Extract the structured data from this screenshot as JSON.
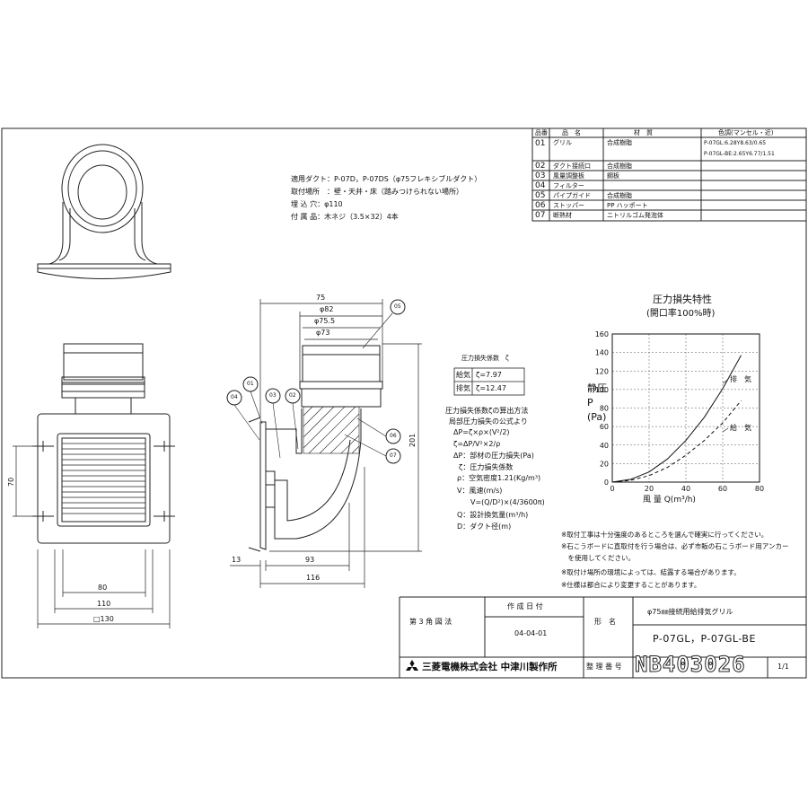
{
  "parts_table": {
    "headers": {
      "no": "品番",
      "name": "品　名",
      "material": "材　質",
      "color": "色調(マンセル・近)"
    },
    "rows": [
      {
        "no": "01",
        "name": "グリル",
        "material": "合成樹脂",
        "color1": "P-07GL:6.28Y8.63/0.65",
        "color2": "P-07GL-BE:2.65Y6.77/1.51"
      },
      {
        "no": "02",
        "name": "ダクト接続口",
        "material": "合成樹脂",
        "color1": "",
        "color2": ""
      },
      {
        "no": "03",
        "name": "風量調整板",
        "material": "鋼板",
        "color1": "",
        "color2": ""
      },
      {
        "no": "04",
        "name": "フィルター",
        "material": "",
        "color1": "",
        "color2": ""
      },
      {
        "no": "05",
        "name": "パイプガイド",
        "material": "合成樹脂",
        "color1": "",
        "color2": ""
      },
      {
        "no": "06",
        "name": "ストッパー",
        "material": "PP ハッポート",
        "color1": "",
        "color2": ""
      },
      {
        "no": "07",
        "name": "断熱材",
        "material": "ニトリルゴム発泡体",
        "color1": "",
        "color2": ""
      }
    ]
  },
  "specs": [
    "適用ダクト：P-07D，P-07DS（φ75フレキシブルダクト）",
    "取付場所　：壁・天井・床（踏みつけられない場所）",
    "埋 込 穴：φ110",
    "付 属 品：木ネジ（3.5×32）4本"
  ],
  "dimensions": {
    "d75": "75",
    "d82": "φ82",
    "d755": "φ75.5",
    "d73": "φ73",
    "d201": "201",
    "d13": "13",
    "d93": "93",
    "d116": "116",
    "d70": "70",
    "d80": "80",
    "d110": "110",
    "d130": "□130"
  },
  "callouts": [
    "01",
    "02",
    "03",
    "04",
    "05",
    "06",
    "07"
  ],
  "coefficient": {
    "title": "圧力損失係数　ζ",
    "rows": [
      {
        "label": "給気",
        "value": "ζ=7.97"
      },
      {
        "label": "排気",
        "value": "ζ=12.47"
      }
    ]
  },
  "formula": [
    "圧力損失係数ζの算出方法",
    "局部圧力損失の公式より",
    "ΔP=ζ×ρ×(V²/2)",
    "ζ=ΔP/V²×2/ρ",
    "ΔP：部材の圧力損失(Pa)",
    "ζ：圧力損失係数",
    "ρ：空気密度1.21(Kg/m³)",
    "V：風速(m/s)",
    "V=(Q/D²)×(4/3600π)",
    "Q：設計換気量(m³/h)",
    "D：ダクト径(m)"
  ],
  "chart_data": {
    "type": "line",
    "title": "圧力損失特性",
    "subtitle": "(開口率100%時)",
    "xlabel": "風 量 Q(m³/h)",
    "ylabel": "静圧 P (Pa)",
    "xlim": [
      0,
      80
    ],
    "ylim": [
      0,
      160
    ],
    "x_ticks": [
      "0",
      "20",
      "40",
      "60",
      "80"
    ],
    "y_ticks": [
      "0",
      "20",
      "40",
      "60",
      "80",
      "100",
      "120",
      "140",
      "160"
    ],
    "grid": true,
    "series": [
      {
        "name": "排　気",
        "style": "solid",
        "x": [
          0,
          10,
          20,
          30,
          40,
          50,
          60,
          70
        ],
        "y": [
          0,
          3,
          11,
          25,
          45,
          70,
          101,
          137
        ]
      },
      {
        "name": "給　気",
        "style": "dashed",
        "x": [
          0,
          10,
          20,
          30,
          40,
          50,
          60,
          70
        ],
        "y": [
          0,
          2,
          7,
          16,
          29,
          45,
          64,
          88
        ]
      }
    ]
  },
  "notes": [
    "※取付工事は十分強度のあるところを選んで確実に行ってください。",
    "※石こうボードに直取付を行う場合は、必ず市販の石こうボード用アンカー",
    "　を使用してください。",
    "※取付け場所の環境によっては、結露する場合があります。",
    "※仕様は都合により変更することがあります。"
  ],
  "title_block": {
    "projection": "第 3 角 図 法",
    "date_label": "作 成 日 付",
    "date": "04-04-01",
    "model_label": "形　名",
    "product_name": "φ75㎜接続用給排気グリル",
    "model": "P-07GL，P-07GL-BE",
    "company": "三菱電機株式会社 中津川製作所",
    "number_label": "整 理 番 号",
    "number": "NB403026",
    "sheet": "1/1"
  }
}
